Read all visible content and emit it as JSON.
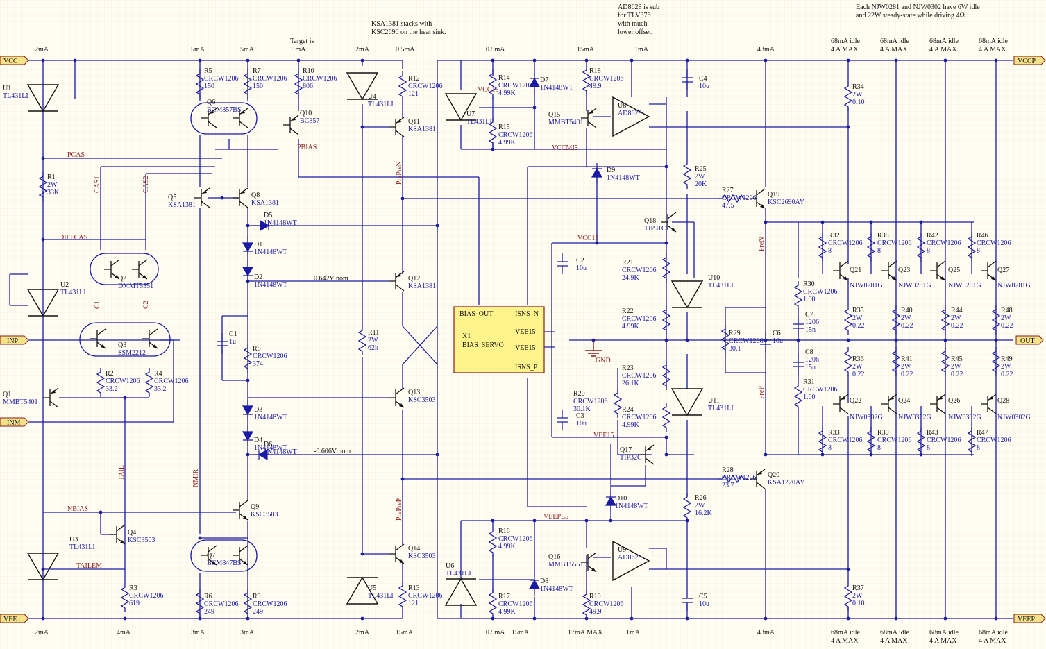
{
  "notes": {
    "ksa_note": [
      "KSA1381 stacks with",
      "KSC2690 on the heat sink."
    ],
    "ad_note": [
      "AD8628 is sub",
      "for TLV376",
      "with much",
      "lower offset."
    ],
    "target_note": [
      "Target is",
      "1 mA."
    ],
    "njw_note": [
      "Each NJW0281 and NJW0302 have 6W idle",
      "and 22W steady-state while driving 4Ω."
    ]
  },
  "ports": {
    "vcc": "VCC",
    "vee": "VEE",
    "inp": "INP",
    "inm": "INM",
    "vccp": "VCCP",
    "veep": "VEEP",
    "out": "OUT"
  },
  "top_currents": [
    "2mA",
    "5mA",
    "5mA",
    "2mA",
    "0.5mA",
    "0.5mA",
    "15mA",
    "1mA",
    "43mA"
  ],
  "bottom_currents": [
    "2mA",
    "4mA",
    "3mA",
    "3mA",
    "2mA",
    "15mA",
    "0.5mA",
    "15mA",
    "17mA MAX",
    "1mA",
    "43mA"
  ],
  "out_stage_idle": "68mA idle",
  "out_stage_max": "4 A MAX",
  "nets": {
    "pcas": "PCAS",
    "cas1": "CAS1",
    "cas2": "CAS2",
    "diffcas": "DIFFCAS",
    "c1": "C1",
    "c2": "C2",
    "tail": "TAIL",
    "nmir": "NMIR",
    "nbias": "NBIAS",
    "tailem": "TAILEM",
    "pbias": "PBIAS",
    "prepren": "PrePreN",
    "prepre_p": "PrePreP",
    "vcc15a": "VCC15",
    "vccmi5": "VCCMI5",
    "vcc15": "VCC15",
    "vee15": "VEE15",
    "veepl5": "VEEPL5",
    "pren": "PreN",
    "prep": "PreP",
    "gnd": "GND",
    "v642": "0.642V nom",
    "v606": "-0.606V nom"
  },
  "servo": {
    "name": "X1",
    "type": "BIAS_SERVO",
    "pins": [
      "BIAS_OUT",
      "ISNS_N",
      "VEE15",
      "VEE15",
      "ISNS_P"
    ]
  },
  "components": {
    "u1": [
      "U1",
      "TL431LI"
    ],
    "u2": [
      "U2",
      "TL431LI"
    ],
    "u3": [
      "U3",
      "TL431LI"
    ],
    "u4": [
      "U4",
      "TL431LI"
    ],
    "u5": [
      "U5",
      "TL431LI"
    ],
    "u6": [
      "U6",
      "TL431LI"
    ],
    "u7": [
      "U7",
      "TL431LI"
    ],
    "u8": [
      "U8",
      "AD8628"
    ],
    "u9": [
      "U9",
      "AD8628"
    ],
    "u10": [
      "U10",
      "TL431LI"
    ],
    "u11": [
      "U11",
      "TL431LI"
    ],
    "r1": [
      "R1",
      "2W",
      "33K"
    ],
    "r2": [
      "R2",
      "CRCW1206",
      "33.2"
    ],
    "r3": [
      "R3",
      "CRCW1206",
      "619"
    ],
    "r4": [
      "R4",
      "CRCW1206",
      "33.2"
    ],
    "r5": [
      "R5",
      "CRCW1206",
      "150"
    ],
    "r6": [
      "R6",
      "CRCW1206",
      "249"
    ],
    "r7": [
      "R7",
      "CRCW1206",
      "150"
    ],
    "r8": [
      "R8",
      "CRCW1206",
      "374"
    ],
    "r9": [
      "R9",
      "CRCW1206",
      "249"
    ],
    "r10": [
      "R10",
      "CRCW1206",
      "806"
    ],
    "r11": [
      "R11",
      "2W",
      "62k"
    ],
    "r12": [
      "R12",
      "CRCW1206",
      "121"
    ],
    "r13": [
      "R13",
      "CRCW1206",
      "121"
    ],
    "r14": [
      "R14",
      "CRCW1206",
      "4.99K"
    ],
    "r15": [
      "R15",
      "CRCW1206",
      "4.99K"
    ],
    "r16": [
      "R16",
      "CRCW1206",
      "4.99K"
    ],
    "r17": [
      "R17",
      "CRCW1206",
      "4.99K"
    ],
    "r18": [
      "R18",
      "CRCW1206",
      "49.9"
    ],
    "r19": [
      "R19",
      "CRCW1206",
      "49.9"
    ],
    "r20": [
      "R20",
      "CRCW1206",
      "30.1K"
    ],
    "r21": [
      "R21",
      "CRCW1206",
      "24.9K"
    ],
    "r22": [
      "R22",
      "CRCW1206",
      "4.99K"
    ],
    "r23": [
      "R23",
      "CRCW1206",
      "26.1K"
    ],
    "r24": [
      "R24",
      "CRCW1206",
      "4.99K"
    ],
    "r25": [
      "R25",
      "2W",
      "20K"
    ],
    "r26": [
      "R26",
      "2W",
      "16.2K"
    ],
    "r27": [
      "R27",
      "CRCW1206",
      "47.5"
    ],
    "r28": [
      "R28",
      "CRCW1206",
      "23.7"
    ],
    "r29": [
      "R29",
      "CRCW1206",
      "30.1"
    ],
    "r30": [
      "R30",
      "CRCW1206",
      "1.00"
    ],
    "r31": [
      "R31",
      "CRCW1206",
      "1.00"
    ],
    "c1": [
      "C1",
      "1u"
    ],
    "c2": [
      "C2",
      "10u"
    ],
    "c3": [
      "C3",
      "10u"
    ],
    "c4": [
      "C4",
      "10u"
    ],
    "c5": [
      "C5",
      "10u"
    ],
    "c6": [
      "C6",
      "10u"
    ],
    "c7": [
      "C7",
      "1206",
      "15n"
    ],
    "c8": [
      "C8",
      "1206",
      "15n"
    ],
    "q1": [
      "Q1",
      "MMBT5401"
    ],
    "q2": [
      "Q2",
      "DMMT5551"
    ],
    "q3": [
      "Q3",
      "SSM2212"
    ],
    "q4": [
      "Q4",
      "KSC3503"
    ],
    "q5": [
      "Q5",
      "KSA1381"
    ],
    "q6": [
      "Q6",
      "BCM857BS"
    ],
    "q7": [
      "Q7",
      "BCM847BS"
    ],
    "q8": [
      "Q8",
      "KSA1381"
    ],
    "q9": [
      "Q9",
      "KSC3503"
    ],
    "q10": [
      "Q10",
      "BC857"
    ],
    "q11": [
      "Q11",
      "KSA1381"
    ],
    "q12": [
      "Q12",
      "KSA1381"
    ],
    "q13": [
      "Q13",
      "KSC3503"
    ],
    "q14": [
      "Q14",
      "KSC3503"
    ],
    "q15": [
      "Q15",
      "MMBT5401"
    ],
    "q16": [
      "Q16",
      "MMBT5551"
    ],
    "q17": [
      "Q17",
      "TIP32C"
    ],
    "q18": [
      "Q18",
      "TIP31C"
    ],
    "q19": [
      "Q19",
      "KSC2690AY"
    ],
    "q20": [
      "Q20",
      "KSA1220AY"
    ],
    "d1": [
      "D1",
      "1N4148WT"
    ],
    "d2": [
      "D2",
      "1N4148WT"
    ],
    "d3": [
      "D3",
      "1N4148WT"
    ],
    "d4": [
      "D4",
      "1N4148WT"
    ],
    "d5": [
      "D5",
      "1N4148WT"
    ],
    "d6": [
      "D6",
      "1N4148WT"
    ],
    "d7": [
      "D7",
      "1N4148WT"
    ],
    "d8": [
      "D8",
      "1N4148WT"
    ],
    "d9": [
      "D9",
      "1N4148WT"
    ],
    "d10": [
      "D10",
      "1N4148WT"
    ]
  },
  "output_stage": {
    "upper_emitter": [
      "R32",
      "R38",
      "R42",
      "R46"
    ],
    "upper_emitter_value": [
      "CRCW1206",
      "8"
    ],
    "upper_q": [
      "Q21",
      "Q23",
      "Q25",
      "Q27"
    ],
    "upper_type": "NJW0281G",
    "upper_sense": [
      "R35",
      "R40",
      "R44",
      "R48"
    ],
    "lower_sense": [
      "R36",
      "R41",
      "R45",
      "R49"
    ],
    "sense_value": [
      "2W",
      "0.22"
    ],
    "lower_q": [
      "Q22",
      "Q24",
      "Q26",
      "Q28"
    ],
    "lower_type": "NJW0302G",
    "lower_base": [
      "R33",
      "R39",
      "R43",
      "R47"
    ],
    "r34": [
      "R34",
      "2W",
      "0.10"
    ],
    "r37": [
      "R37",
      "2W",
      "0.10"
    ]
  },
  "colors": {
    "wire": "#1a1aa6",
    "net_label": "#8b1a1a",
    "port_fill": "#f3e28a",
    "servo_fill": "#fff38c",
    "background": "#fffdf2",
    "grid": "#ece7d2"
  }
}
